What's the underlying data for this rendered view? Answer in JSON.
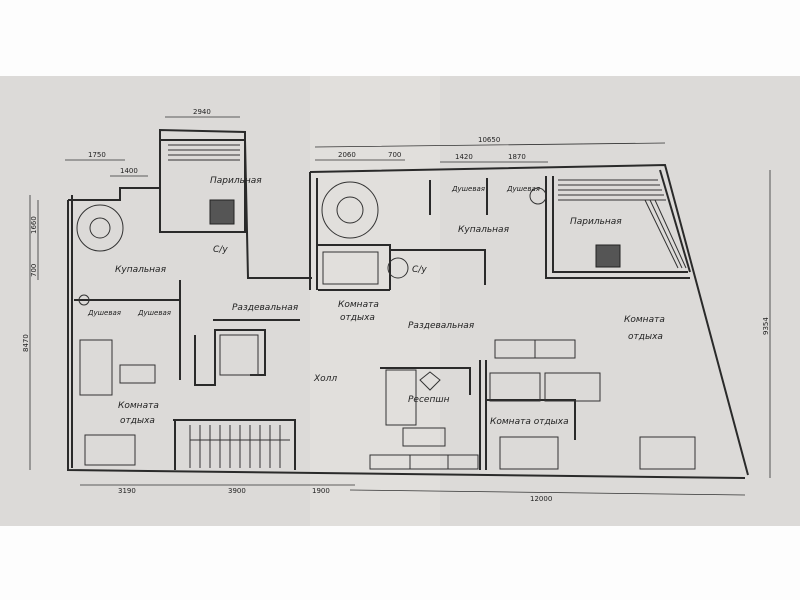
{
  "rooms": {
    "steam_left": "Парильная",
    "wc_left": "С/у",
    "bathing_left": "Купальная",
    "shower_left_1": "Душевая",
    "shower_left_2": "Душевая",
    "changing_left": "Раздевальная",
    "rest_center_1": "Комната",
    "rest_center_2": "отдыха",
    "changing_center": "Раздевальная",
    "wc_center": "С/у",
    "hall": "Холл",
    "reception": "Ресепшн",
    "rest_bottom": "Комната отдыха",
    "rest_right_1": "Комната",
    "rest_right_2": "отдыха",
    "rest_left_1": "Комната",
    "rest_left_2": "отдыха",
    "bathing_right": "Купальная",
    "shower_right_1": "Душевая",
    "shower_right_2": "Душевая",
    "steam_right": "Парильная"
  },
  "dimensions": {
    "d2940": "2940",
    "d1750": "1750",
    "d1400": "1400",
    "d2060": "2060",
    "d700_top": "700",
    "d10650": "10650",
    "d1420": "1420",
    "d1870": "1870",
    "d1660": "1660",
    "d700_left": "700",
    "d8470": "8470",
    "d9354": "9354",
    "d3190": "3190",
    "d3900": "3900",
    "d1900": "1900",
    "d12000": "12000"
  },
  "colors": {
    "paper": "#dcdad8",
    "ink": "#2a2a2a"
  }
}
